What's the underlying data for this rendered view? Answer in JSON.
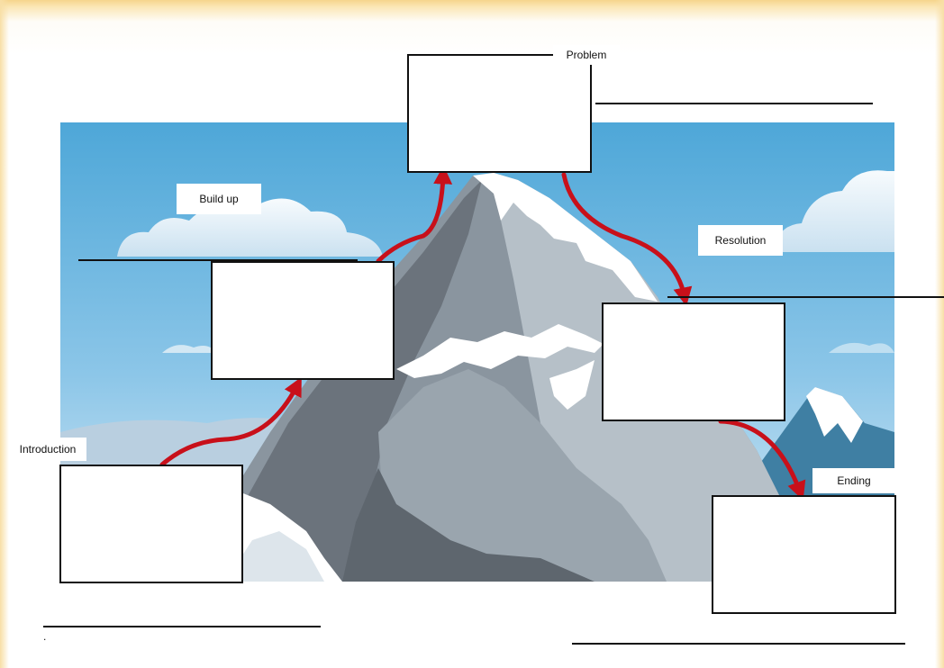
{
  "labels": {
    "problem": "Problem",
    "build_up": "Build up",
    "resolution": "Resolution",
    "introduction": "Introduction",
    "ending": "Ending"
  },
  "footnote": ".",
  "colors": {
    "sky_top": "#4ea7d8",
    "sky_bottom": "#cfe6f4",
    "arrow": "#c8101a",
    "rock_dark": "#6b737c",
    "rock_mid": "#8a959f",
    "rock_light": "#b6c0c8",
    "snow": "#ffffff",
    "page_border": "#f6d58c"
  }
}
